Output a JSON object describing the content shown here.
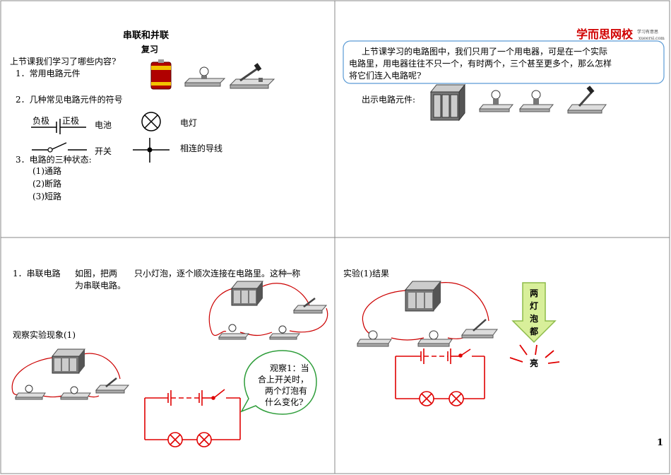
{
  "logo": {
    "cn": "学而思网校",
    "tag": "学习有意思",
    "url": "xueersi.com"
  },
  "page_number": "1",
  "slide1": {
    "title": "串联和并联",
    "subtitle": "复习",
    "intro": "上节课我们学习了哪些内容?",
    "item1": "1．常用电路元件",
    "item2": "2．几种常见电路元件的符号",
    "neg": "负极",
    "pos": "正极",
    "battery": "电池",
    "lamp": "电灯",
    "switch": "开关",
    "junction": "相连的导线",
    "item3": "3．电路的三种状态:",
    "states": [
      "(1)通路",
      "(2)断路",
      "(3)短路"
    ]
  },
  "slide2": {
    "para_lines": [
      "上节课学习的电路图中，我们只用了一个用电器，可是在一个实际",
      "电路里，用电器往往不只一个，有时两个，三个甚至更多个，那么怎样",
      "将它们连入电路呢?"
    ],
    "show": "出示电路元件:"
  },
  "slide3": {
    "line1_a": "1．串联电路",
    "line1_b": "如图，把两",
    "line1_c": "只小灯泡，逐个顺次连接在电路里。这种─称",
    "line2": "为串联电路。",
    "observe": "观察实验现象(1)",
    "bubble_lines": [
      "观察1：当",
      "合上开关时，",
      "两个灯泡有",
      "什么变化?"
    ]
  },
  "slide4": {
    "result": "实验(1)结果",
    "arrow_chars": [
      "两",
      "灯",
      "泡",
      "都"
    ],
    "bright": "亮"
  }
}
